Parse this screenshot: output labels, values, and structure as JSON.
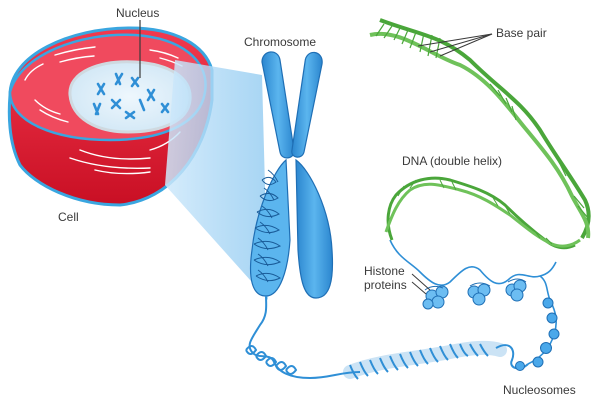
{
  "labels": {
    "nucleus": "Nucleus",
    "chromosome": "Chromosome",
    "base_pair": "Base pair",
    "dna": "DNA (double helix)",
    "cell": "Cell",
    "histone": "Histone proteins",
    "nucleosomes": "Nucleosomes"
  },
  "colors": {
    "cell_red": "#e8122d",
    "cell_outline": "#3aa6e0",
    "chromosome_blue": "#3b9fe0",
    "chromosome_dark": "#1f6fb5",
    "dna_green": "#4aa63a",
    "dna_light": "#8fd07a",
    "label_text": "#3a3a3a"
  }
}
